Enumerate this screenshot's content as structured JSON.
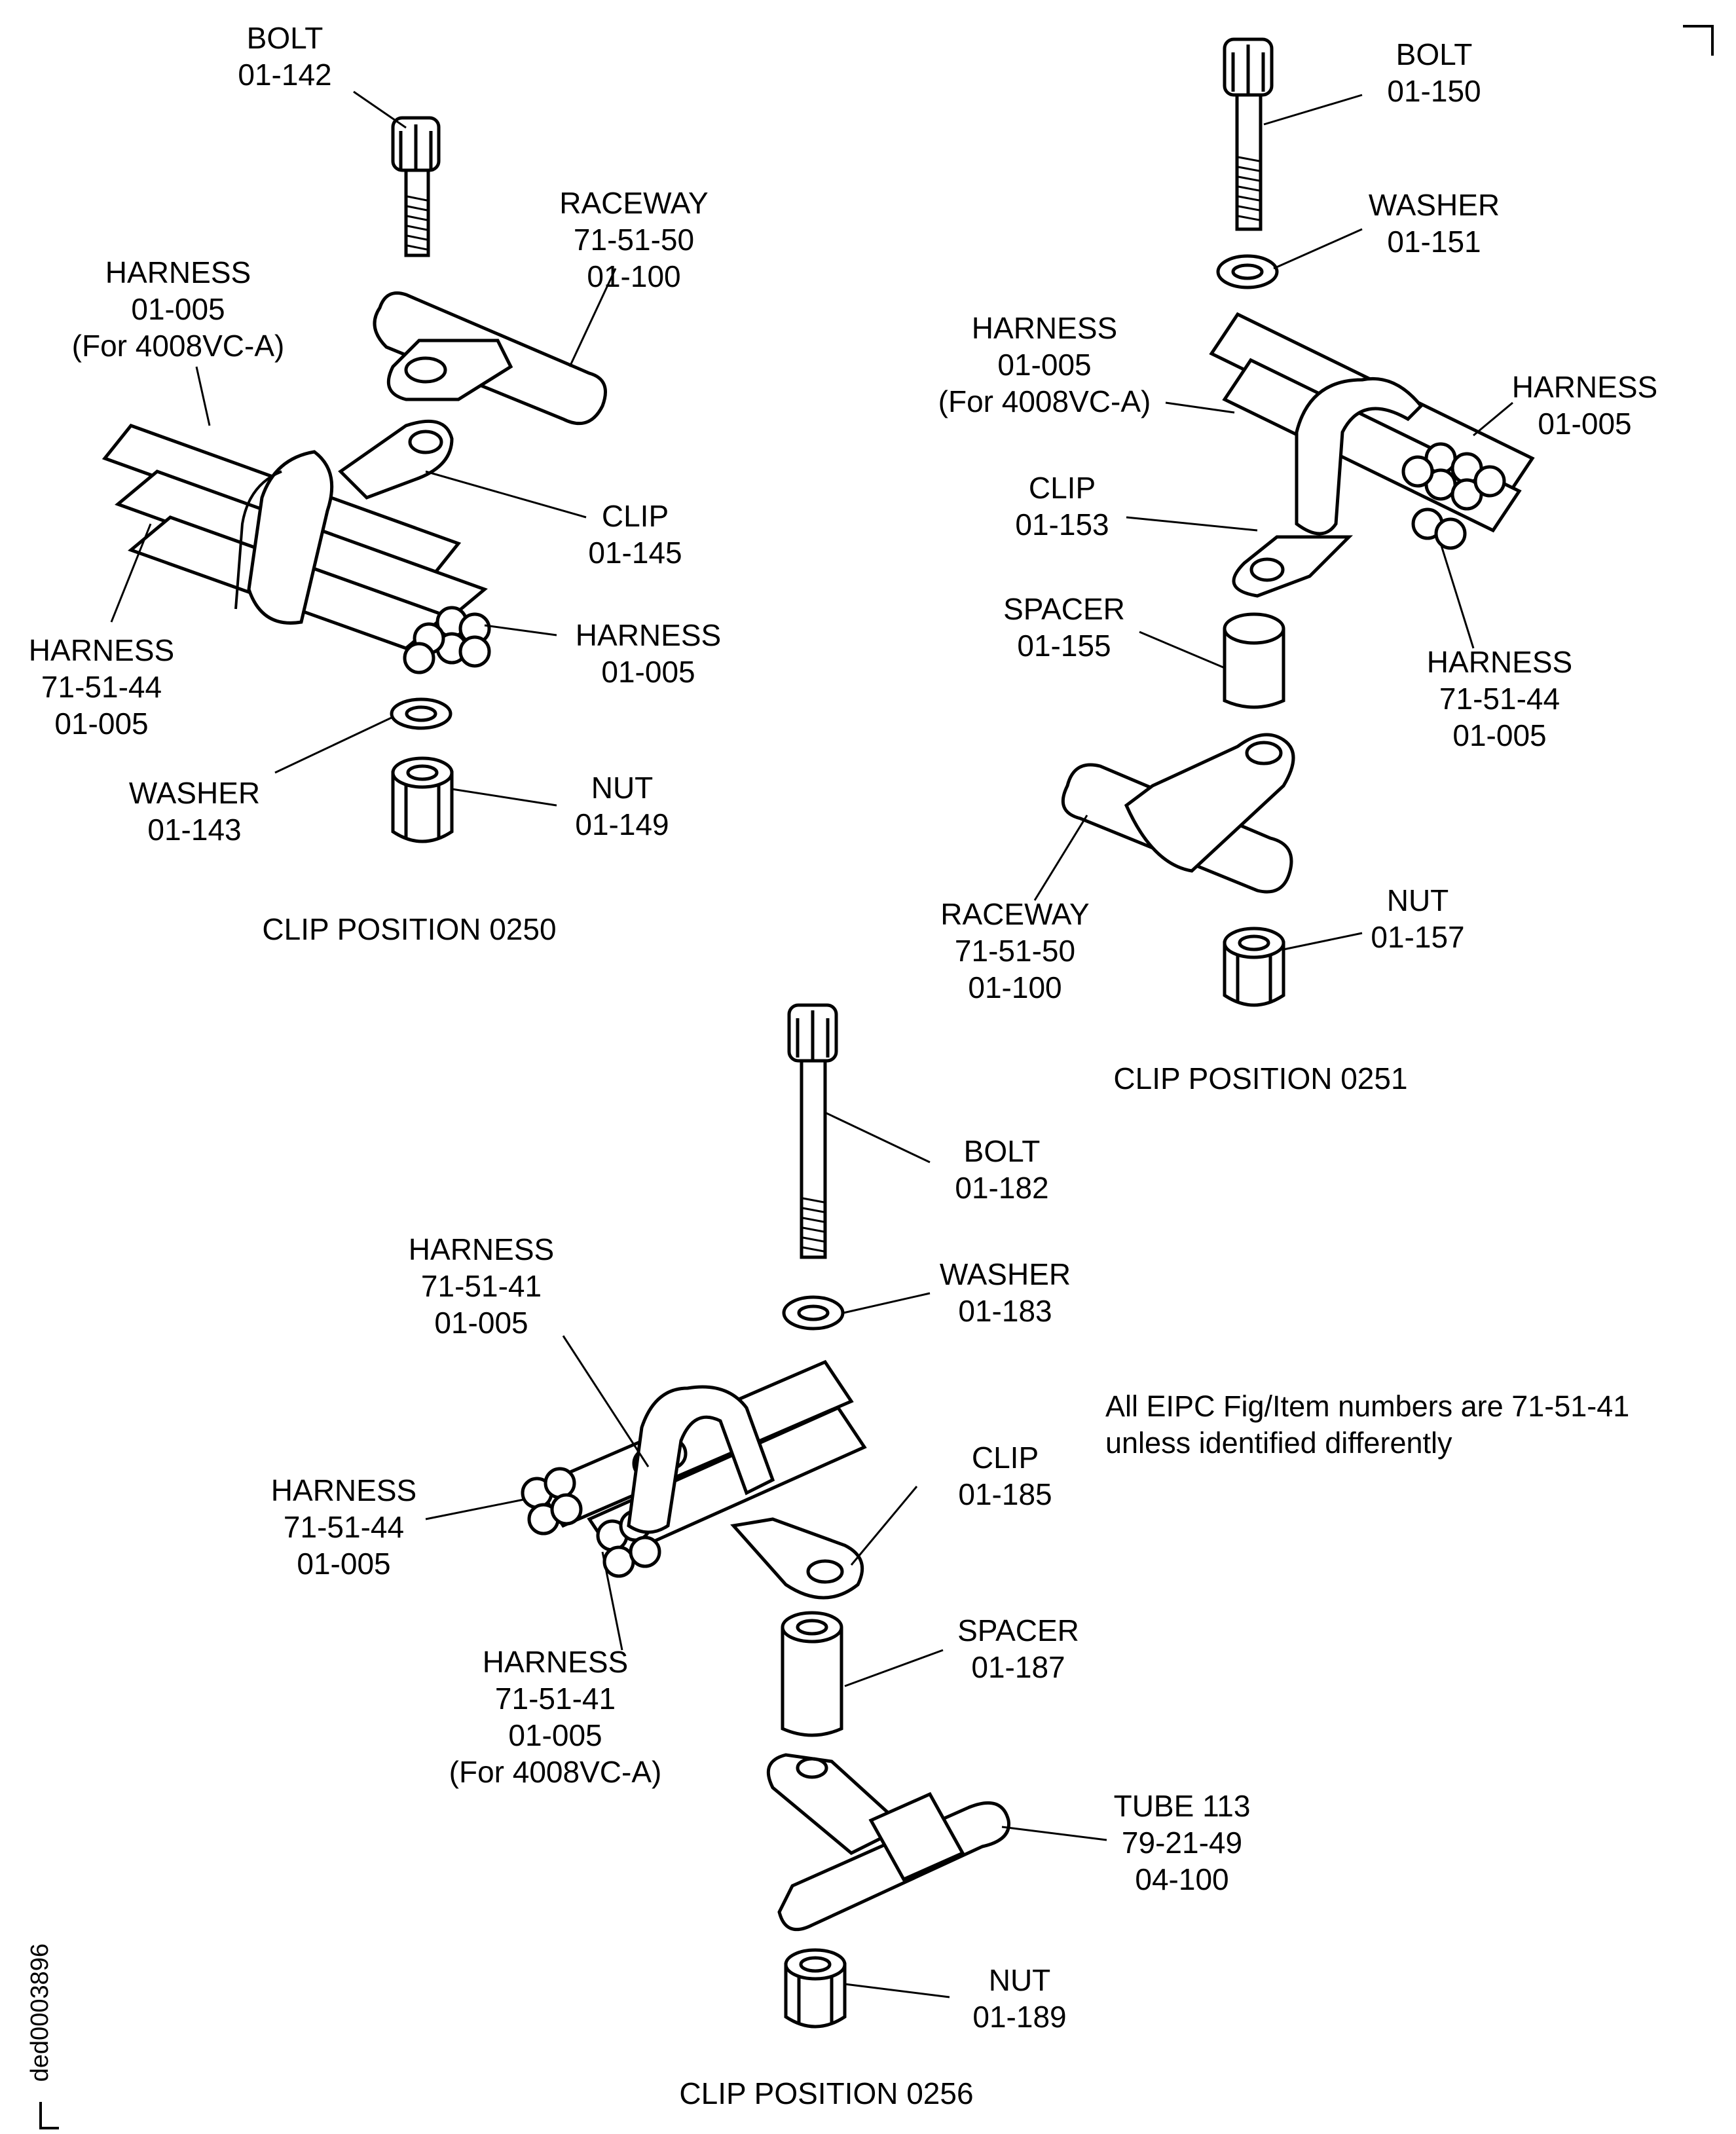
{
  "document_id": "ded0003896",
  "note": [
    "All EIPC Fig/Item numbers are 71-51-41",
    "unless identified differently"
  ],
  "captions": {
    "pos_0250": "CLIP POSITION 0250",
    "pos_0251": "CLIP POSITION 0251",
    "pos_0256": "CLIP POSITION 0256"
  },
  "pos_0250": {
    "bolt": [
      "BOLT",
      "01-142"
    ],
    "raceway": [
      "RACEWAY",
      "71-51-50",
      "01-100"
    ],
    "harness_a": [
      "HARNESS",
      "01-005",
      "(For 4008VC-A)"
    ],
    "clip": [
      "CLIP",
      "01-145"
    ],
    "harness_b": [
      "HARNESS",
      "01-005"
    ],
    "harness_c": [
      "HARNESS",
      "71-51-44",
      "01-005"
    ],
    "washer": [
      "WASHER",
      "01-143"
    ],
    "nut": [
      "NUT",
      "01-149"
    ]
  },
  "pos_0251": {
    "bolt": [
      "BOLT",
      "01-150"
    ],
    "washer": [
      "WASHER",
      "01-151"
    ],
    "harness_a": [
      "HARNESS",
      "01-005",
      "(For 4008VC-A)"
    ],
    "harness_b": [
      "HARNESS",
      "01-005"
    ],
    "clip": [
      "CLIP",
      "01-153"
    ],
    "spacer": [
      "SPACER",
      "01-155"
    ],
    "harness_c": [
      "HARNESS",
      "71-51-44",
      "01-005"
    ],
    "raceway": [
      "RACEWAY",
      "71-51-50",
      "01-100"
    ],
    "nut": [
      "NUT",
      "01-157"
    ]
  },
  "pos_0256": {
    "bolt": [
      "BOLT",
      "01-182"
    ],
    "harness_a": [
      "HARNESS",
      "71-51-41",
      "01-005"
    ],
    "washer": [
      "WASHER",
      "01-183"
    ],
    "clip": [
      "CLIP",
      "01-185"
    ],
    "harness_b": [
      "HARNESS",
      "71-51-44",
      "01-005"
    ],
    "spacer": [
      "SPACER",
      "01-187"
    ],
    "harness_c": [
      "HARNESS",
      "71-51-41",
      "01-005",
      "(For 4008VC-A)"
    ],
    "tube": [
      "TUBE 113",
      "79-21-49",
      "04-100"
    ],
    "nut": [
      "NUT",
      "01-189"
    ]
  }
}
